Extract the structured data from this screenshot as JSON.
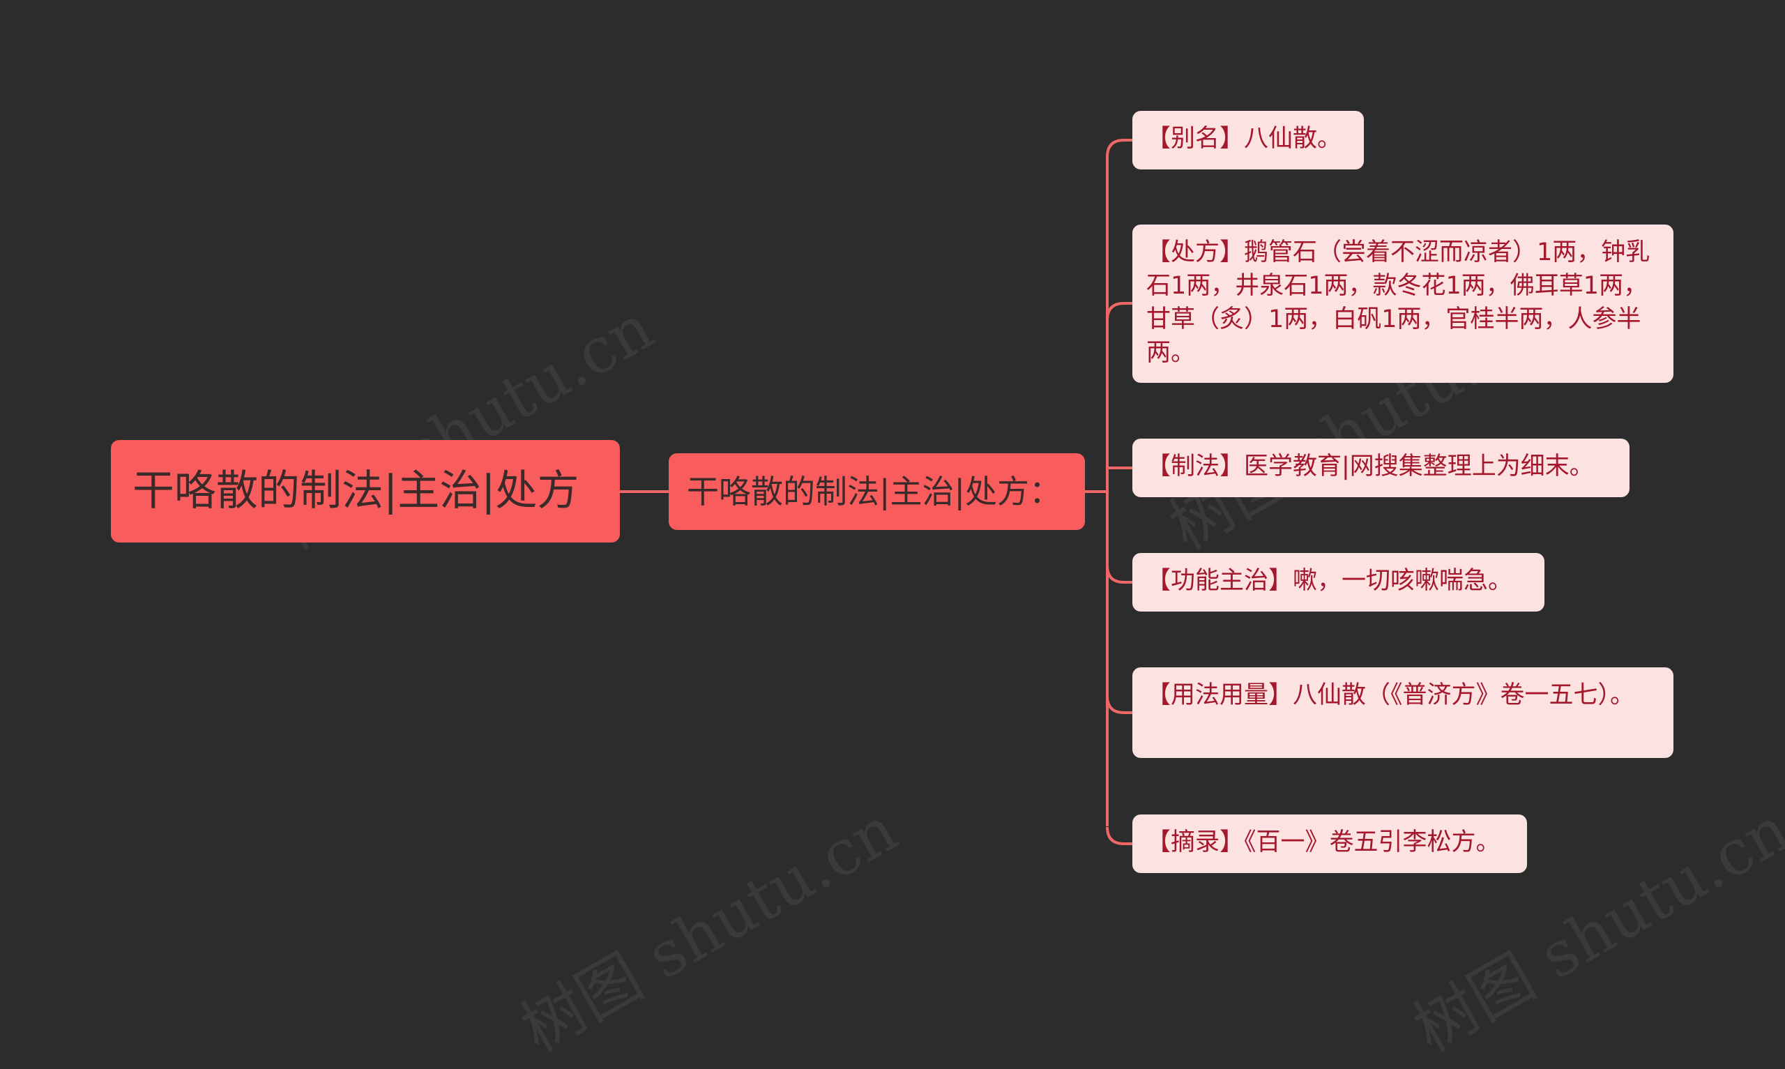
{
  "root": {
    "label": "干咯散的制法|主治|处方"
  },
  "subtopic": {
    "label": "干咯散的制法|主治|处方："
  },
  "leaves": [
    {
      "text": "【别名】八仙散。"
    },
    {
      "text": "【处方】鹅管石（尝着不涩而凉者）1两，钟乳石1两，井泉石1两，款冬花1两，佛耳草1两，甘草（炙）1两，白矾1两，官桂半两，人参半两。"
    },
    {
      "text": "【制法】医学教育|网搜集整理上为细末。"
    },
    {
      "text": "【功能主治】嗽，一切咳嗽喘急。"
    },
    {
      "text": "【用法用量】八仙散（《普济方》卷一五七）。"
    },
    {
      "text": "【摘录】《百一》卷五引李松方。"
    }
  ],
  "watermark": {
    "text": "树图 shutu.cn"
  },
  "colors": {
    "background": "#2c2c2c",
    "main_node": "#f95c5c",
    "leaf_fill": "#fde2e2",
    "leaf_text": "#a3182c",
    "connector": "#f06767"
  }
}
